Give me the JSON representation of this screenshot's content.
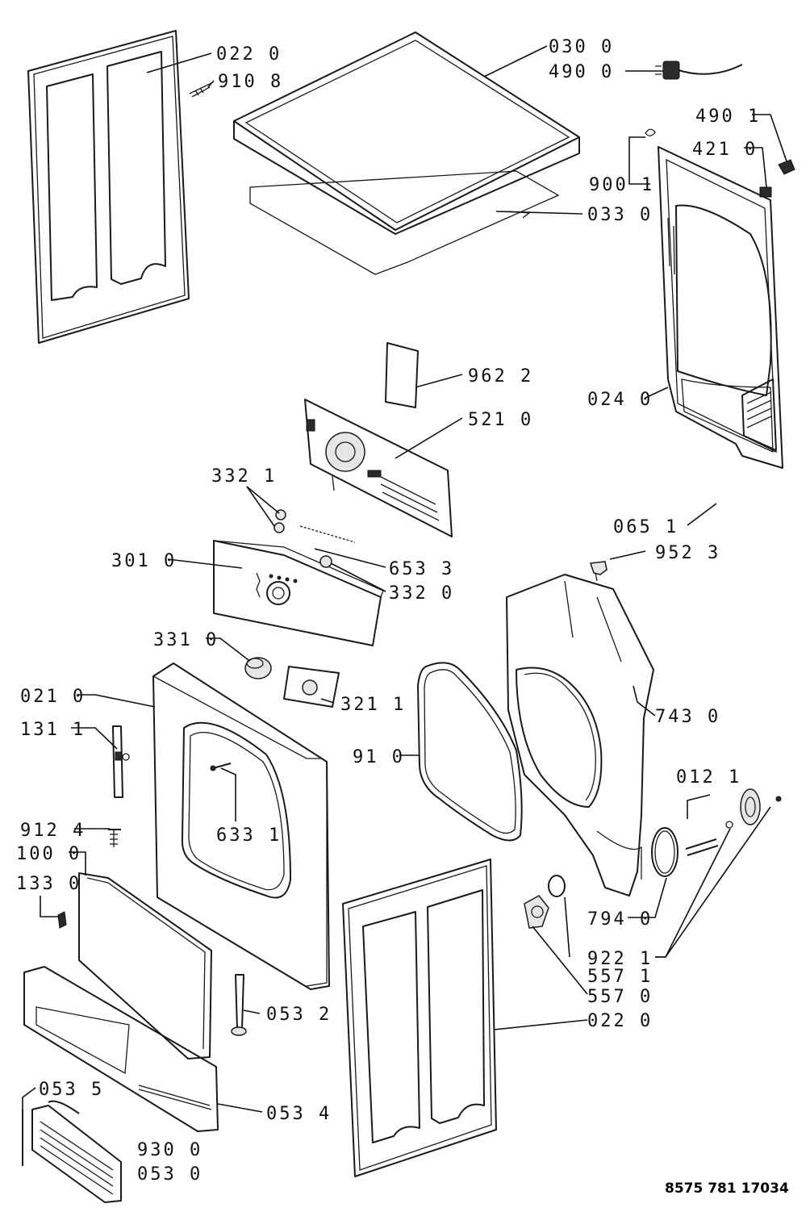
{
  "labels": {
    "l01": "022 0",
    "l02": "910 8",
    "l03": "030 0",
    "l04": "490 0",
    "l05": "490 1",
    "l06": "421 0",
    "l07": "900 1",
    "l08": "033 0",
    "l09": "962 2",
    "l10": "521 0",
    "l11": "024 0",
    "l12": "332 1",
    "l13": "065 1",
    "l14": "301 0",
    "l15": "653 3",
    "l16": "332 0",
    "l17": "952 3",
    "l18": "331 0",
    "l19": "321 1",
    "l20": "021 0",
    "l21": "743 0",
    "l22": "131 1",
    "l23": "91 0",
    "l24": "012 1",
    "l25": "912 4",
    "l26": "100 0",
    "l27": "633 1",
    "l28": "133 0",
    "l29": "794 0",
    "l30": "922 1",
    "l31": "557 1",
    "l32": "557 0",
    "l33": "053 2",
    "l34": "022 0",
    "l35": "053 5",
    "l36": "053 4",
    "l37": "930 0",
    "l38": "053 0"
  },
  "document_number": "8575 781 17034"
}
